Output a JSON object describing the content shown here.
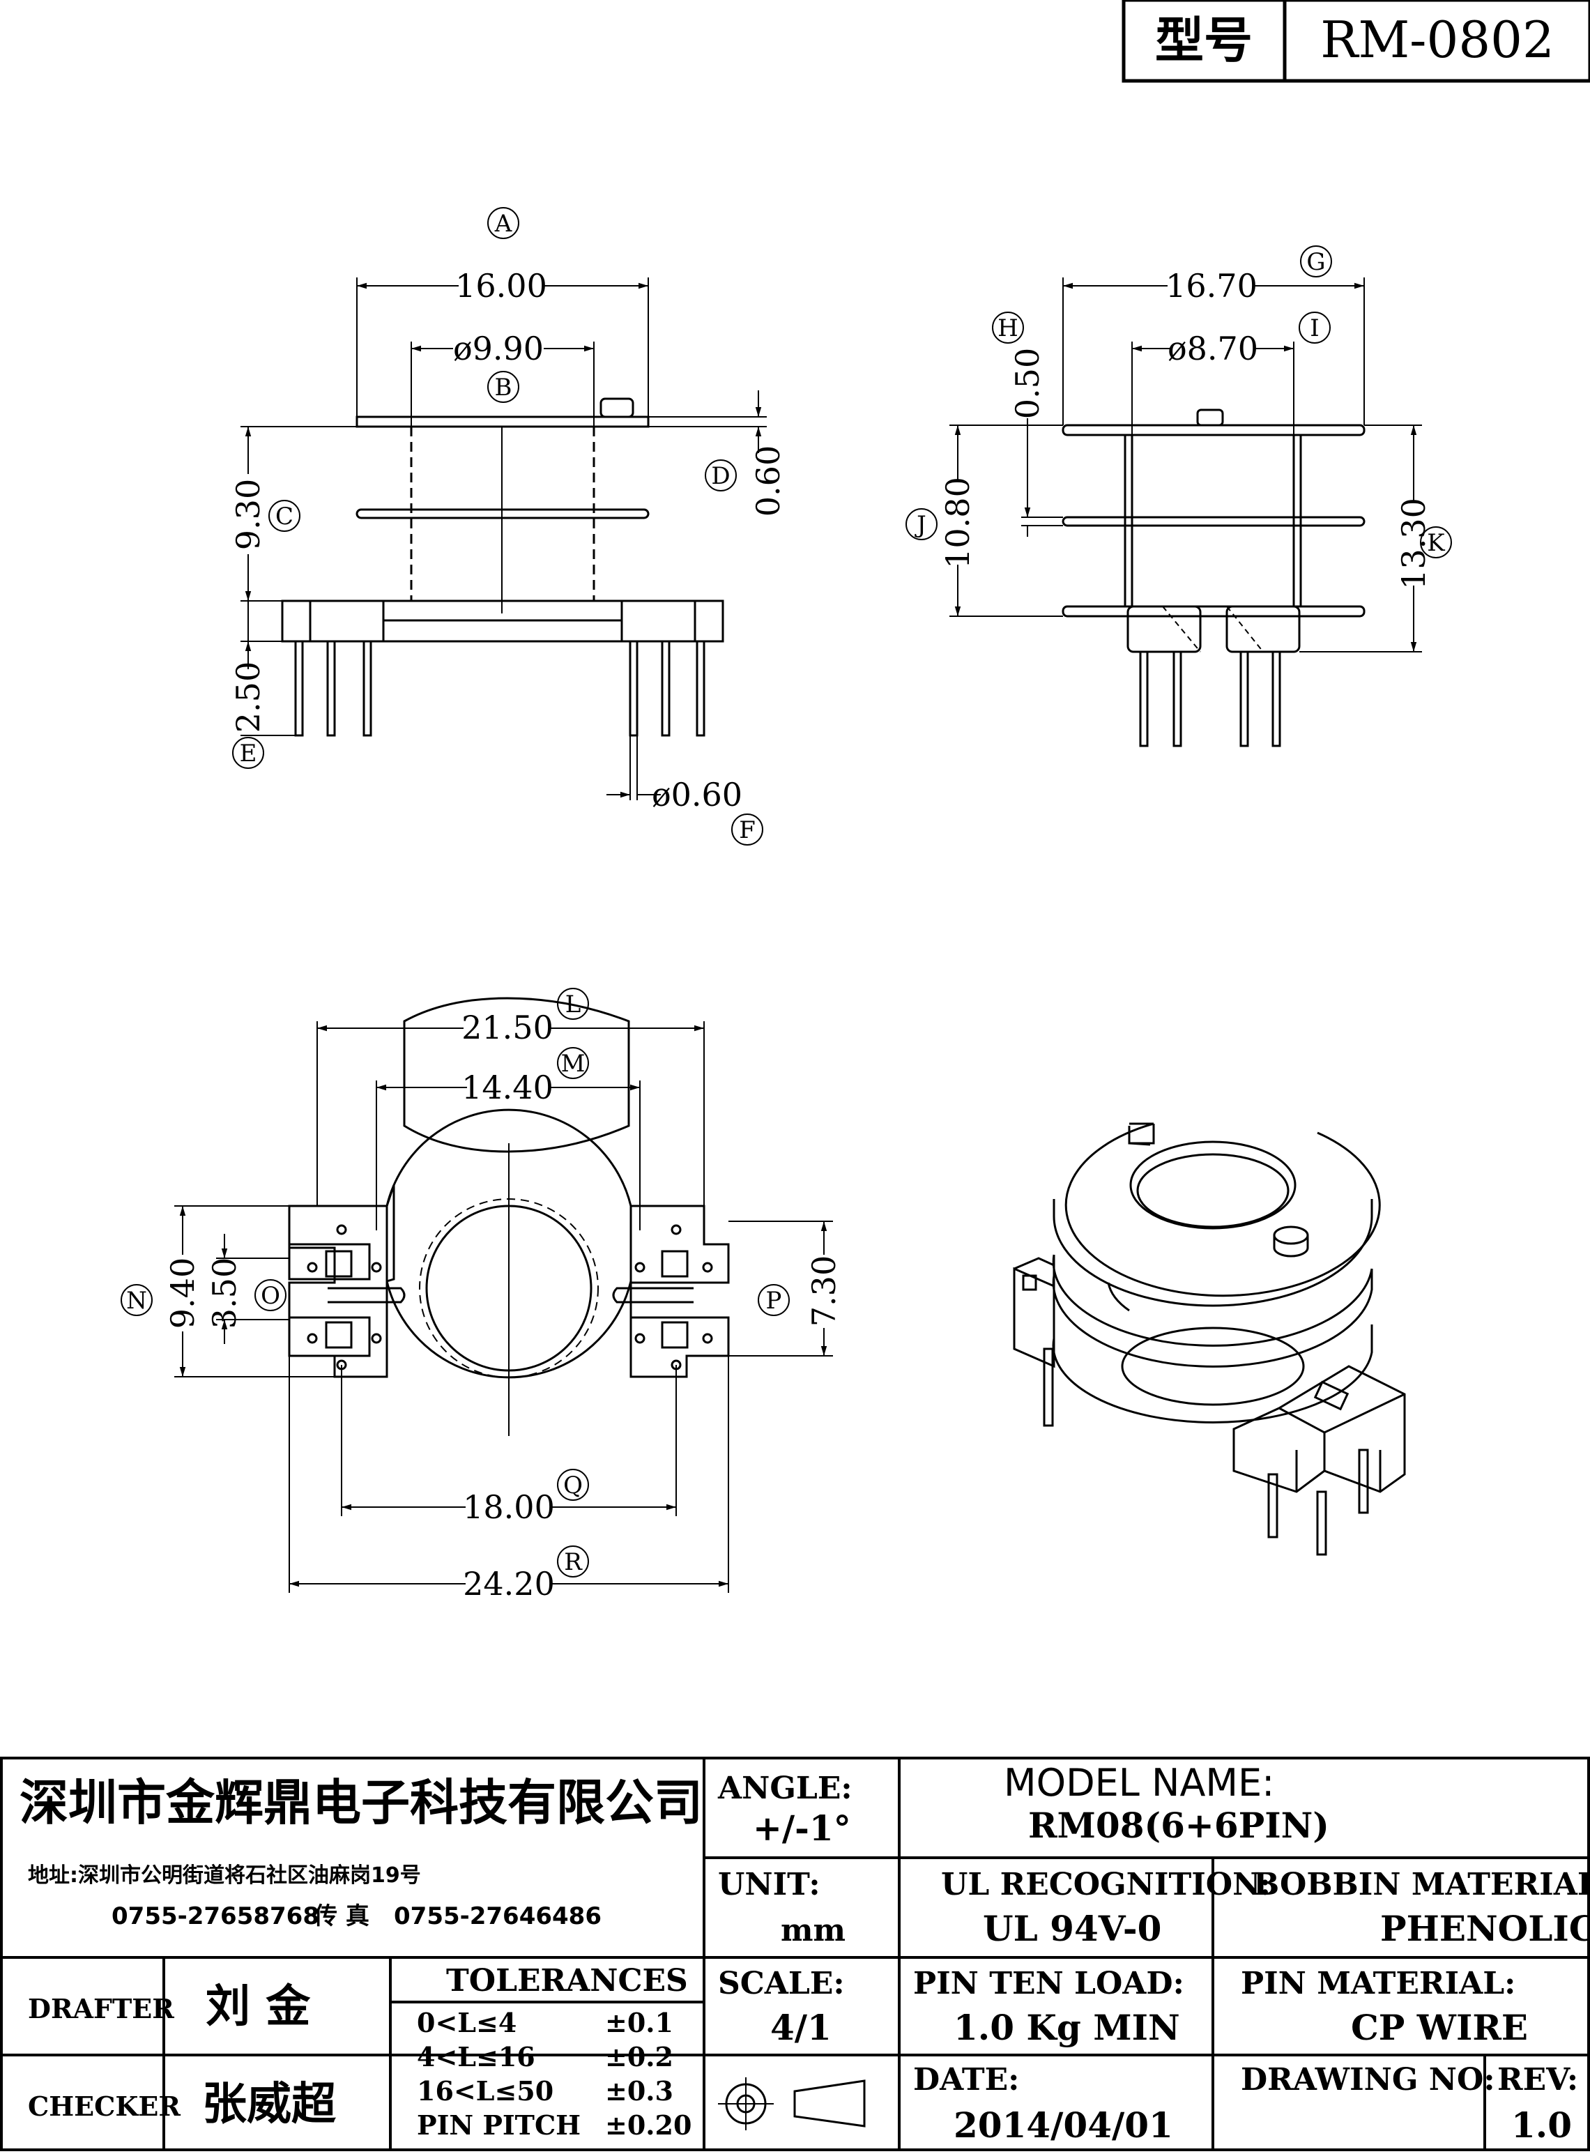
{
  "model_box": {
    "label": "型号",
    "value": "RM-0802"
  },
  "views": {
    "front": {
      "dims": {
        "A": "16.00",
        "B": "ø9.90",
        "C": "9.30",
        "D": "0.60",
        "E": "2.50",
        "F": "ø0.60"
      },
      "circles": [
        "A",
        "B",
        "C",
        "D",
        "E",
        "F"
      ]
    },
    "side": {
      "dims": {
        "G": "16.70",
        "H": "0.50",
        "I": "ø8.70",
        "J": "10.80",
        "K": "13.30"
      },
      "circles": [
        "G",
        "H",
        "I",
        "J",
        "K"
      ]
    },
    "top": {
      "dims": {
        "L": "21.50",
        "M": "14.40",
        "N": "9.40",
        "O": "3.50",
        "P": "7.30",
        "Q": "18.00",
        "R": "24.20"
      },
      "circles": [
        "L",
        "M",
        "N",
        "O",
        "P",
        "Q",
        "R"
      ]
    }
  },
  "title_block": {
    "company": "深圳市金辉鼎电子科技有限公司",
    "address": "地址:深圳市公明街道将石社区油麻岗19号",
    "phone": "0755-27658768",
    "fax_label": "传 真",
    "fax": "0755-27646486",
    "angle_label": "ANGLE:",
    "angle_value": "+/-1°",
    "model_name_label": "MODEL NAME:",
    "model_name_value": "RM08(6+6PIN)",
    "unit_label": "UNIT:",
    "unit_value": "mm",
    "ul_label": "UL RECOGNITION:",
    "ul_value": "UL 94V-0",
    "bobbin_label": "BOBBIN MATERIAL:",
    "bobbin_value": "PHENOLIC",
    "drafter_label": "DRAFTER",
    "drafter_value": "刘 金",
    "checker_label": "CHECKER",
    "checker_value": "张威超",
    "tolerances_label": "TOLERANCES",
    "tolerances": [
      {
        "range": "0<L≤4",
        "value": "±0.1"
      },
      {
        "range": "4<L≤16",
        "value": "±0.2"
      },
      {
        "range": "16<L≤50",
        "value": "±0.3"
      },
      {
        "range": "PIN PITCH",
        "value": "±0.20"
      }
    ],
    "scale_label": "SCALE:",
    "scale_value": "4/1",
    "pin_load_label": "PIN TEN LOAD:",
    "pin_load_value": "1.0 Kg MIN",
    "pin_material_label": "PIN MATERIAL:",
    "pin_material_value": "CP WIRE",
    "date_label": "DATE:",
    "date_value": "2014/04/01",
    "drawing_no_label": "DRAWING NO:",
    "drawing_no_value": "",
    "rev_label": "REV:",
    "rev_value": "1.0"
  }
}
